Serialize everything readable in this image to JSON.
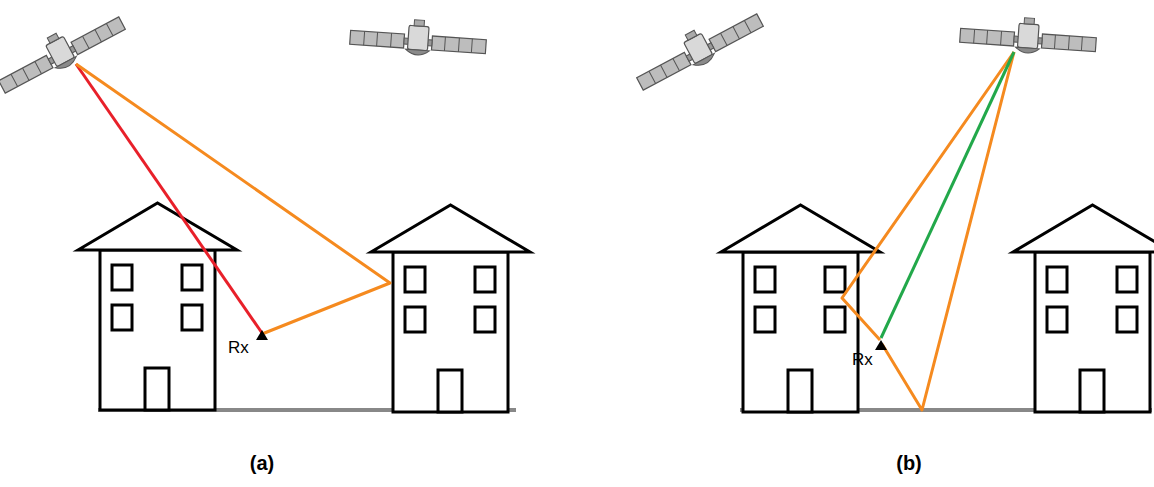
{
  "diagram": {
    "labels": [
      "Rx",
      "(a)",
      "Rx",
      "(b)"
    ]
  }
}
